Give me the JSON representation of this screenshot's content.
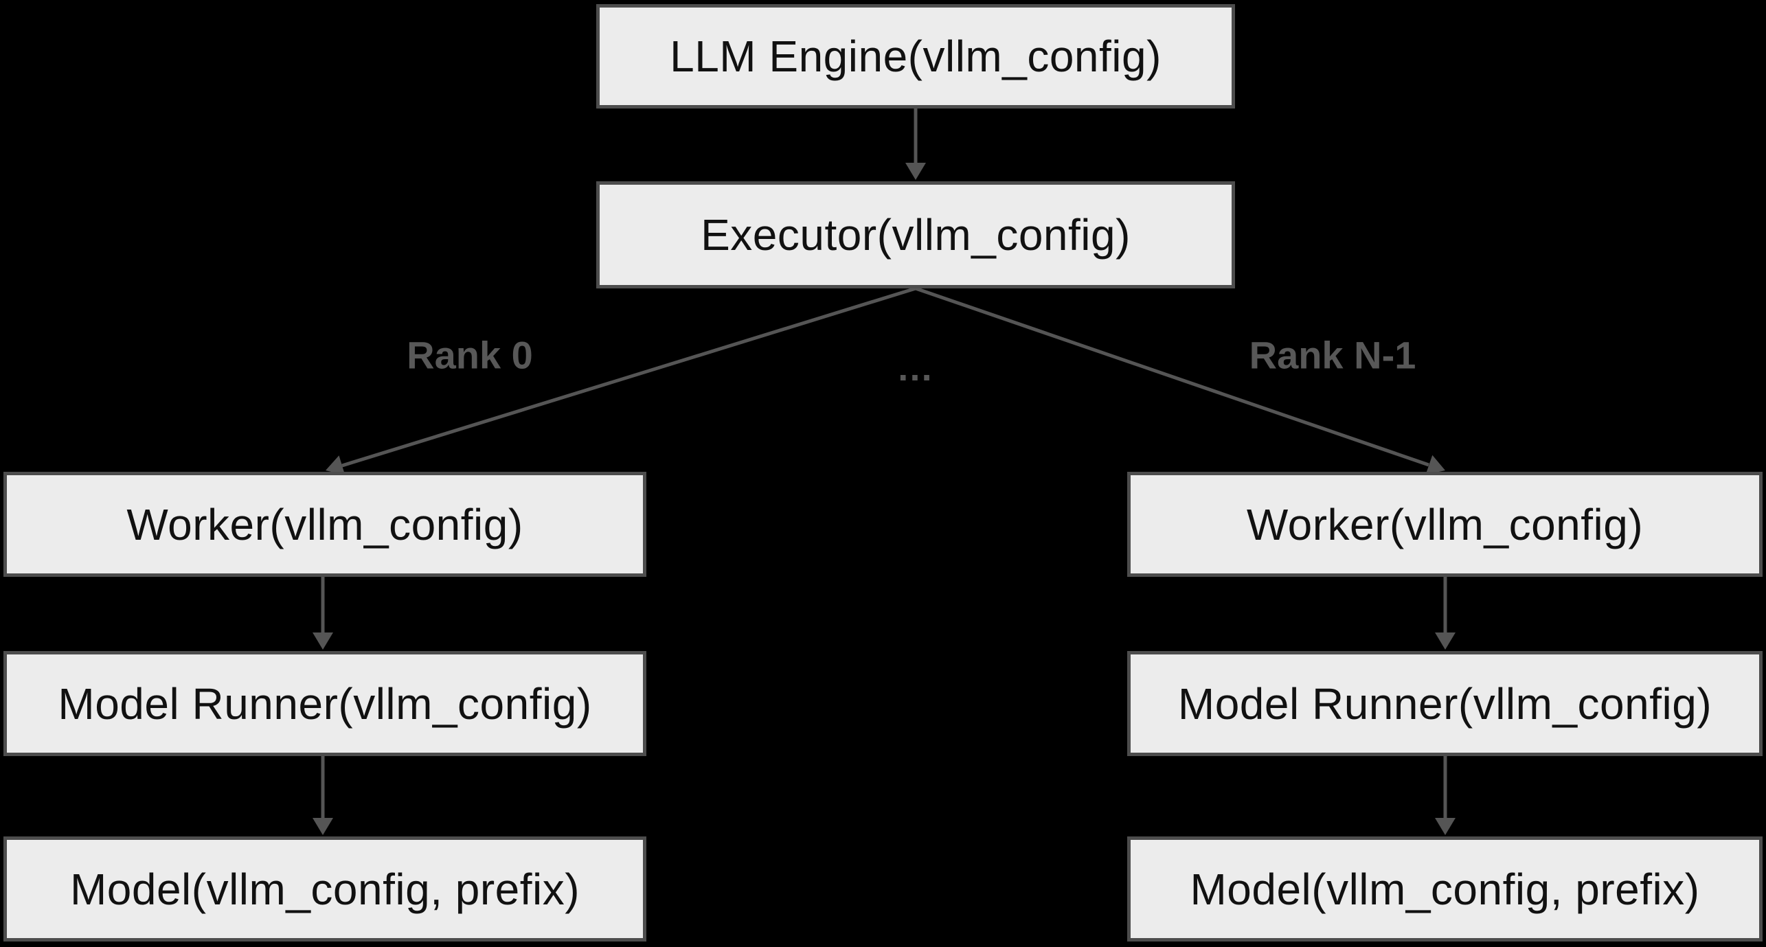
{
  "diagram_type": "flowchart",
  "nodes": {
    "llm_engine": "LLM Engine(vllm_config)",
    "executor": "Executor(vllm_config)",
    "worker_left": "Worker(vllm_config)",
    "worker_right": "Worker(vllm_config)",
    "model_runner_left": "Model Runner(vllm_config)",
    "model_runner_right": "Model Runner(vllm_config)",
    "model_left": "Model(vllm_config, prefix)",
    "model_right": "Model(vllm_config, prefix)"
  },
  "edge_labels": {
    "rank0": "Rank 0",
    "ellipsis": "…",
    "rank_n_minus_1": "Rank N-1"
  },
  "colors": {
    "background": "#000000",
    "node_fill": "#ececec",
    "node_border": "#4d4d4d",
    "node_text": "#111111",
    "edge": "#555555",
    "edge_label_text": "#585858"
  }
}
